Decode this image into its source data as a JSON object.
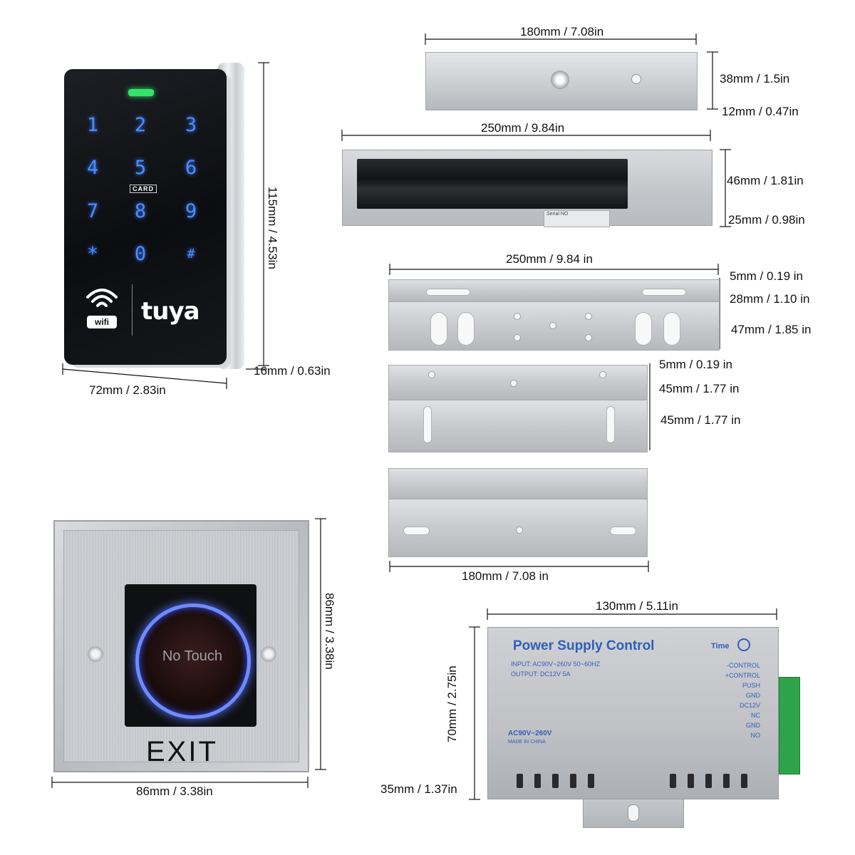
{
  "keypad": {
    "keys": [
      "1",
      "2",
      "3",
      "4",
      "5",
      "6",
      "7",
      "8",
      "9",
      "*",
      "0",
      "#"
    ],
    "card_label": "CARD",
    "wifi_label": "wifi",
    "brand": "tuya",
    "dims": {
      "height": "115mm / 4.53in",
      "width": "72mm / 2.83in",
      "depth": "16mm / 0.63in"
    }
  },
  "exit_button": {
    "sensor_text": "No Touch",
    "label": "EXIT",
    "dims": {
      "height": "86mm / 3.38in",
      "width": "86mm / 3.38in"
    }
  },
  "armature_plate": {
    "dims": {
      "length": "180mm / 7.08in",
      "height": "38mm / 1.5in",
      "thickness": "12mm / 0.47in"
    }
  },
  "magnetic_lock": {
    "label_text": "Serial NO",
    "dims": {
      "length": "250mm / 9.84in",
      "height": "46mm / 1.81in",
      "depth": "25mm / 0.98in"
    }
  },
  "l_bracket": {
    "dims": {
      "length": "250mm / 9.84 in",
      "thickness": "5mm / 0.19 in",
      "top": "28mm / 1.10 in",
      "bottom": "47mm / 1.85 in"
    }
  },
  "z_bracket": {
    "dims": {
      "thickness": "5mm / 0.19 in",
      "top": "45mm / 1.77 in",
      "bottom": "45mm / 1.77 in",
      "length": "180mm / 7.08 in"
    }
  },
  "power_supply": {
    "title": "Power Supply Control",
    "time_label": "Time",
    "input": "INPUT:  AC90V~260V 50~60HZ",
    "output": "OUTPUT:  DC12V  5A",
    "model": "AC90V~260V",
    "made_in": "MADE IN CHINA",
    "terminals": [
      "-CONTROL",
      "+CONTROL",
      "PUSH",
      "GND",
      "DC12V",
      "NC",
      "GND",
      "NO"
    ],
    "dims": {
      "length": "130mm / 5.11in",
      "height": "70mm / 2.75in",
      "depth": "35mm / 1.37in"
    }
  },
  "colors": {
    "accent_blue": "#4b8cff",
    "psu_text": "#2f5fb8",
    "led_green": "#33e46a"
  }
}
